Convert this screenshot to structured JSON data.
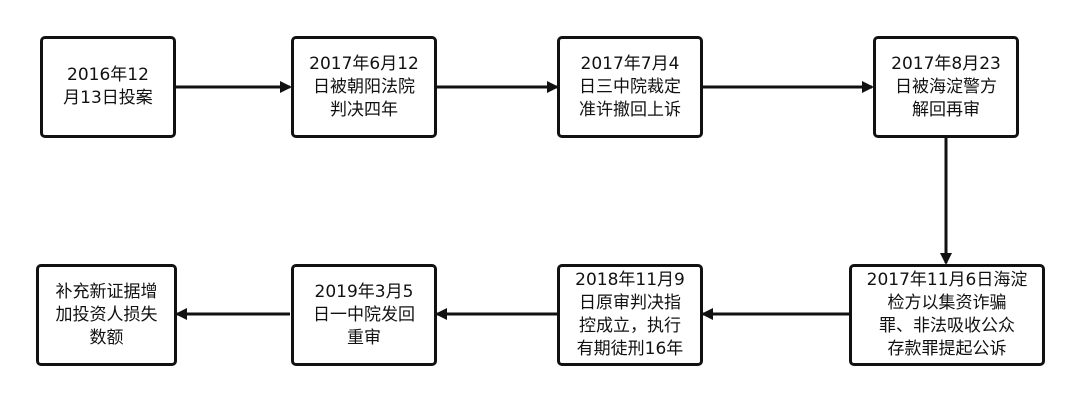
{
  "diagram": {
    "nodes": [
      {
        "id": "n1",
        "text": "2016年12\n月13日投案"
      },
      {
        "id": "n2",
        "text": "2017年6月12\n日被朝阳法院\n判决四年"
      },
      {
        "id": "n3",
        "text": "2017年7月4\n日三中院裁定\n准许撤回上诉"
      },
      {
        "id": "n4",
        "text": "2017年8月23\n日被海淀警方\n解回再审"
      },
      {
        "id": "n5",
        "text": "2017年11月6日海淀\n检方以集资诈骗\n罪、非法吸收公众\n存款罪提起公诉"
      },
      {
        "id": "n6",
        "text": "2018年11月9\n日原审判决指\n控成立，执行\n有期徒刑16年"
      },
      {
        "id": "n7",
        "text": "2019年3月5\n日一中院发回\n重审"
      },
      {
        "id": "n8",
        "text": "补充新证据增\n加投资人损失\n数额"
      }
    ],
    "edges": [
      {
        "from": "n1",
        "to": "n2"
      },
      {
        "from": "n2",
        "to": "n3"
      },
      {
        "from": "n3",
        "to": "n4"
      },
      {
        "from": "n4",
        "to": "n5"
      },
      {
        "from": "n5",
        "to": "n6"
      },
      {
        "from": "n6",
        "to": "n7"
      },
      {
        "from": "n7",
        "to": "n8"
      }
    ],
    "colors": {
      "stroke": "#111111",
      "background": "#ffffff",
      "text": "#111111"
    }
  }
}
